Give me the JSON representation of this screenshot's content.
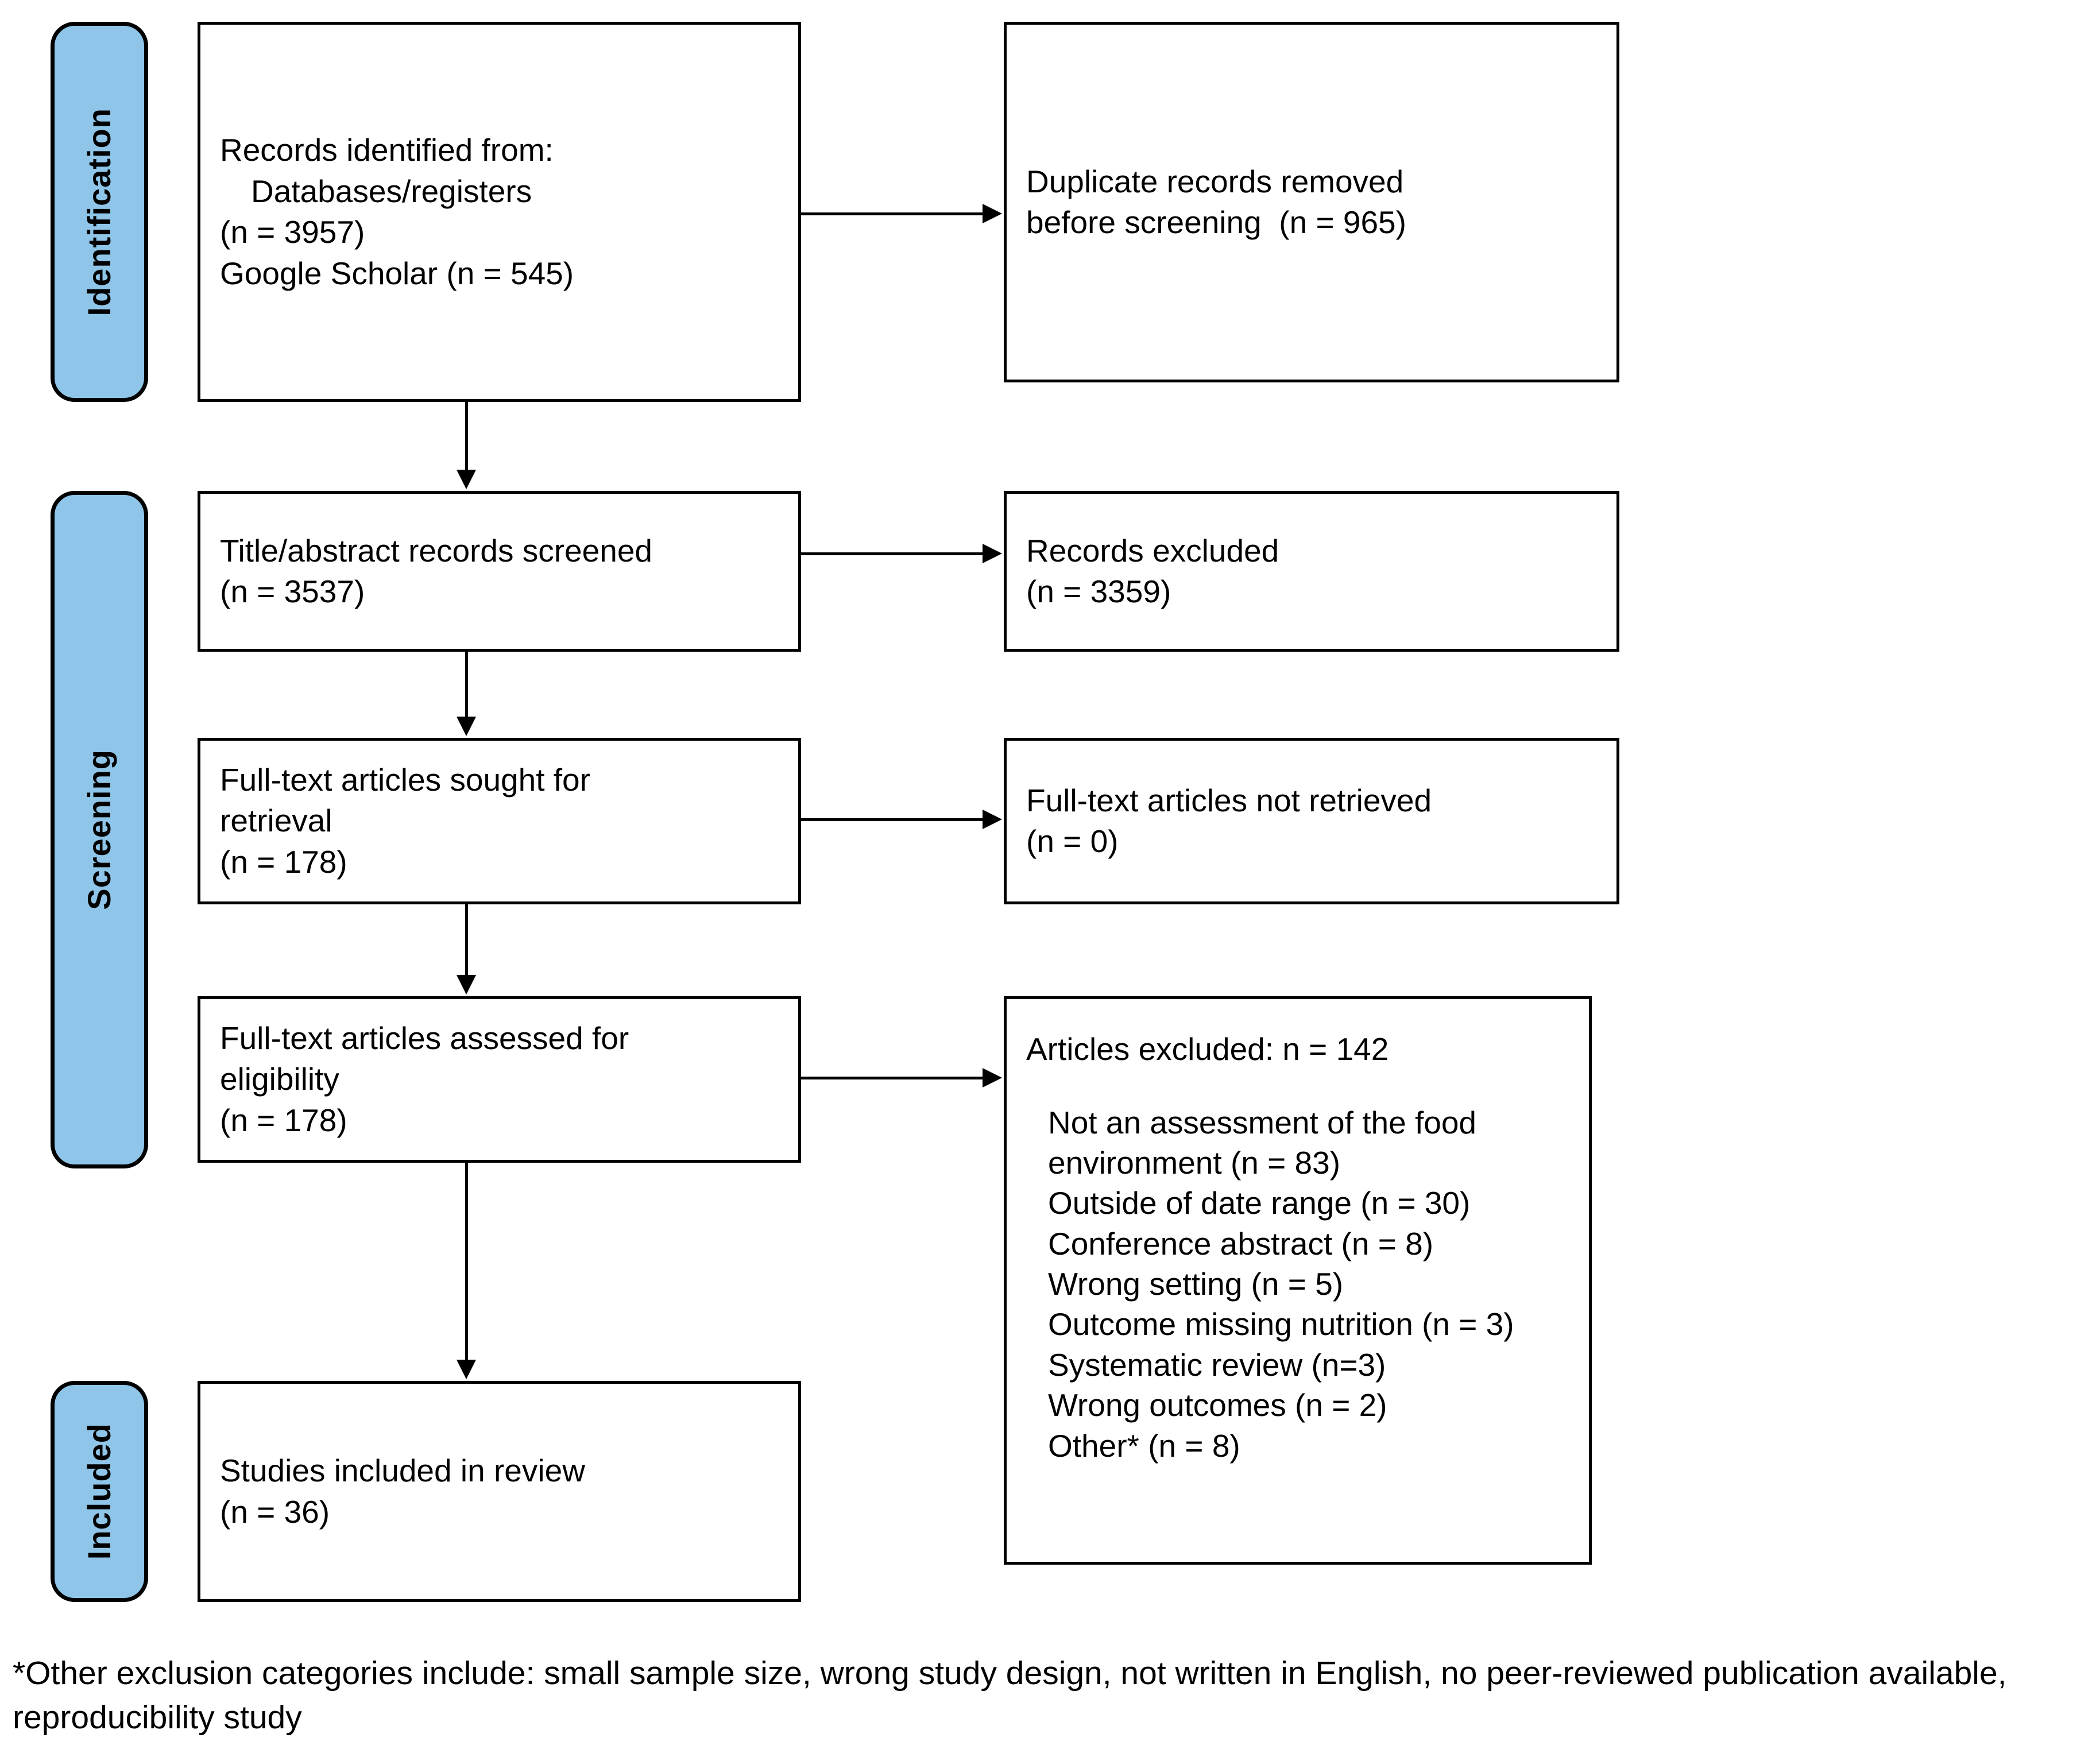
{
  "diagram": {
    "type": "prisma-flow-diagram",
    "accent_color": "#8FC5E8",
    "line_color": "#000000",
    "background_color": "#FFFFFF"
  },
  "stages": [
    {
      "id": "identification",
      "label": "Identification"
    },
    {
      "id": "screening",
      "label": "Screening"
    },
    {
      "id": "included",
      "label": "Included"
    }
  ],
  "boxes": {
    "records_identified": {
      "lines": [
        "Records identified from:",
        "Databases/registers",
        "(n = 3957)",
        "Google Scholar (n = 545)"
      ],
      "indents": [
        0,
        1,
        0,
        0
      ]
    },
    "duplicates_removed": {
      "lines": [
        "Duplicate records removed",
        "before screening  (n = 965)"
      ],
      "indents": [
        0,
        0
      ]
    },
    "records_screened": {
      "lines": [
        "Title/abstract records screened",
        "(n = 3537)"
      ],
      "indents": [
        0,
        0
      ]
    },
    "records_excluded": {
      "lines": [
        "Records excluded",
        "(n = 3359)"
      ],
      "indents": [
        0,
        0
      ]
    },
    "fulltext_sought": {
      "lines": [
        "Full-text articles sought for",
        "retrieval",
        "(n = 178)"
      ],
      "indents": [
        0,
        0,
        0
      ]
    },
    "fulltext_not_retrieved": {
      "lines": [
        "Full-text articles not retrieved",
        "(n = 0)"
      ],
      "indents": [
        0,
        0
      ]
    },
    "fulltext_assessed": {
      "lines": [
        "Full-text articles assessed for",
        "eligibility",
        "(n = 178)"
      ],
      "indents": [
        0,
        0,
        0
      ]
    },
    "articles_excluded": {
      "heading": "Articles excluded: n = 142",
      "reasons": [
        "Not an assessment of the food",
        "   environment (n = 83)",
        "Outside of date range (n = 30)",
        "Conference abstract (n = 8)",
        "Wrong setting (n = 5)",
        "Outcome missing nutrition (n = 3)",
        "Systematic review (n=3)",
        "Wrong outcomes (n = 2)",
        "Other* (n = 8)"
      ]
    },
    "studies_included": {
      "lines": [
        "Studies included in review",
        "(n = 36)"
      ],
      "indents": [
        0,
        0
      ]
    }
  },
  "footnote": {
    "text": "*Other exclusion categories include: small sample size, wrong study design, not written in English, no peer-reviewed publication available, reproducibility study"
  },
  "chart_data": {
    "type": "diagram",
    "title": "PRISMA flow diagram",
    "nodes": [
      {
        "id": "records_identified",
        "stage": "Identification",
        "label": "Records identified from: Databases/registers (n = 3957); Google Scholar (n = 545)",
        "n_databases": 3957,
        "n_google_scholar": 545
      },
      {
        "id": "duplicates_removed",
        "stage": "Identification",
        "label": "Duplicate records removed before screening",
        "n": 965
      },
      {
        "id": "records_screened",
        "stage": "Screening",
        "label": "Title/abstract records screened",
        "n": 3537
      },
      {
        "id": "records_excluded",
        "stage": "Screening",
        "label": "Records excluded",
        "n": 3359
      },
      {
        "id": "fulltext_sought",
        "stage": "Screening",
        "label": "Full-text articles sought for retrieval",
        "n": 178
      },
      {
        "id": "fulltext_not_retrieved",
        "stage": "Screening",
        "label": "Full-text articles not retrieved",
        "n": 0
      },
      {
        "id": "fulltext_assessed",
        "stage": "Screening",
        "label": "Full-text articles assessed for eligibility",
        "n": 178
      },
      {
        "id": "articles_excluded",
        "stage": "Screening",
        "label": "Articles excluded",
        "n": 142
      },
      {
        "id": "studies_included",
        "stage": "Included",
        "label": "Studies included in review",
        "n": 36
      }
    ],
    "exclusion_reasons": [
      {
        "reason": "Not an assessment of the food environment",
        "n": 83
      },
      {
        "reason": "Outside of date range",
        "n": 30
      },
      {
        "reason": "Conference abstract",
        "n": 8
      },
      {
        "reason": "Wrong setting",
        "n": 5
      },
      {
        "reason": "Outcome missing nutrition",
        "n": 3
      },
      {
        "reason": "Systematic review",
        "n": 3
      },
      {
        "reason": "Wrong outcomes",
        "n": 2
      },
      {
        "reason": "Other*",
        "n": 8
      }
    ],
    "edges": [
      {
        "from": "records_identified",
        "to": "duplicates_removed",
        "direction": "right"
      },
      {
        "from": "records_identified",
        "to": "records_screened",
        "direction": "down"
      },
      {
        "from": "records_screened",
        "to": "records_excluded",
        "direction": "right"
      },
      {
        "from": "records_screened",
        "to": "fulltext_sought",
        "direction": "down"
      },
      {
        "from": "fulltext_sought",
        "to": "fulltext_not_retrieved",
        "direction": "right"
      },
      {
        "from": "fulltext_sought",
        "to": "fulltext_assessed",
        "direction": "down"
      },
      {
        "from": "fulltext_assessed",
        "to": "articles_excluded",
        "direction": "right"
      },
      {
        "from": "fulltext_assessed",
        "to": "studies_included",
        "direction": "down"
      }
    ]
  }
}
